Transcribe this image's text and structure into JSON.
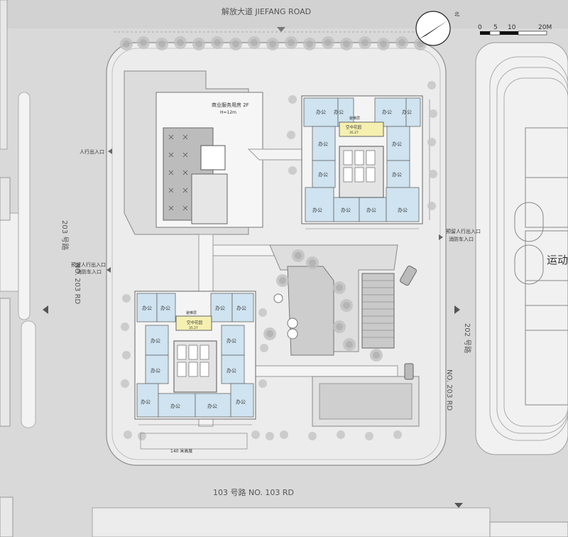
{
  "roads": {
    "north": "解放大道 JIEFANG ROAD",
    "south": "103 号路    NO. 103  RD",
    "west_cn": "203 号路",
    "west_en": "NO. 203  RD",
    "east_cn": "202 号路",
    "east_en": "NO. 203  RD"
  },
  "entrances": {
    "pedestrian_west": "人行出入口",
    "west_secondary_1": "预留人行出入口",
    "west_secondary_2": "消防车入口",
    "east_secondary_1": "预留人行出入口",
    "east_secondary_2": "消防车入口"
  },
  "commercial": {
    "title": "商业服务用房  2F",
    "height": "H=12m"
  },
  "towers": {
    "office": "办公",
    "sky_garden": "空中花园",
    "sky_garden_area": "35.27",
    "shelter_floor": "避难层",
    "footnote": "140 米高度"
  },
  "scale": {
    "ticks": [
      "0",
      "5",
      "10",
      "20M"
    ]
  },
  "north_arrow": {
    "label": "北"
  },
  "sports": {
    "label": "运动"
  },
  "colors": {
    "office_fill": "#cfe3f0",
    "sky_garden_fill": "#f5f0b0",
    "road": "#d9d9d9",
    "site": "#ededed",
    "track": "#f2f2f2"
  }
}
